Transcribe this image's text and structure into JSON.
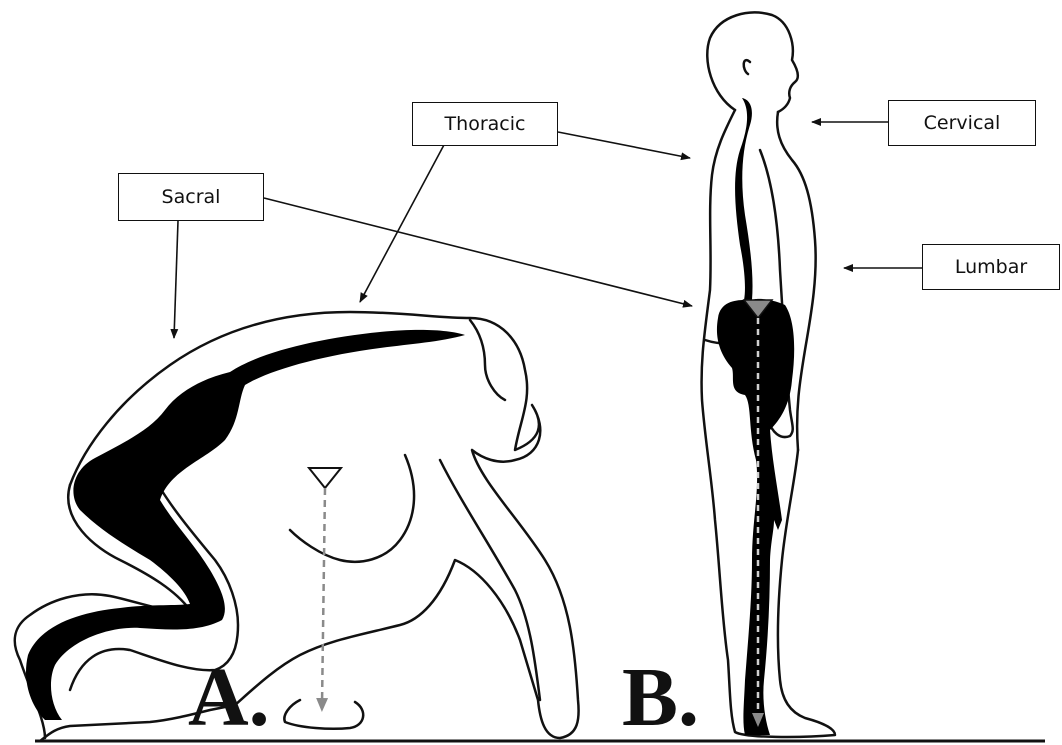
{
  "labels": {
    "thoracic": "Thoracic",
    "cervical": "Cervical",
    "sacral": "Sacral",
    "lumbar": "Lumbar"
  },
  "panels": {
    "a": "A.",
    "b": "B."
  },
  "colors": {
    "outline": "#111111",
    "spine": "#000000",
    "gravity_line": "#8a8a8a",
    "background": "#ffffff"
  }
}
